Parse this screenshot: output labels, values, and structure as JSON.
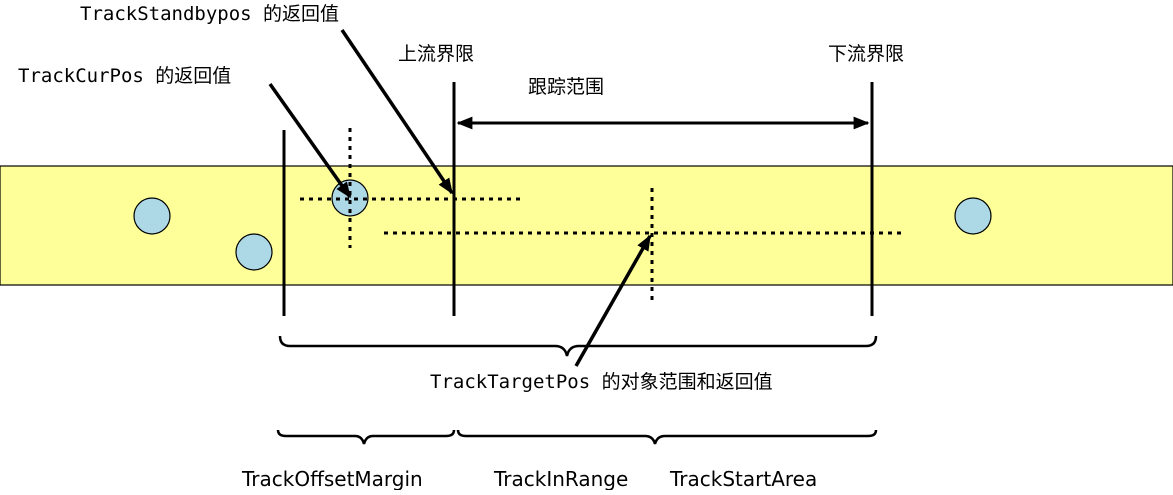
{
  "labels": {
    "standby": "TrackStandbypos 的返回值",
    "upper_limit": "上流界限",
    "lower_limit": "下流界限",
    "current": "TrackCurPos 的返回值",
    "tracking_range": "跟踪范围",
    "target": "TrackTargetPos 的对象范围和返回值",
    "offset_margin": "TrackOffsetMargin",
    "in_range": "TrackInRange",
    "start_area": "TrackStartArea"
  },
  "colors": {
    "conveyor_fill": "#ffff99",
    "object_fill": "#add8e6",
    "stroke": "#000000"
  },
  "icons": {
    "object": "circle",
    "arrow": "arrow-icon",
    "brace": "curly-brace-icon"
  }
}
